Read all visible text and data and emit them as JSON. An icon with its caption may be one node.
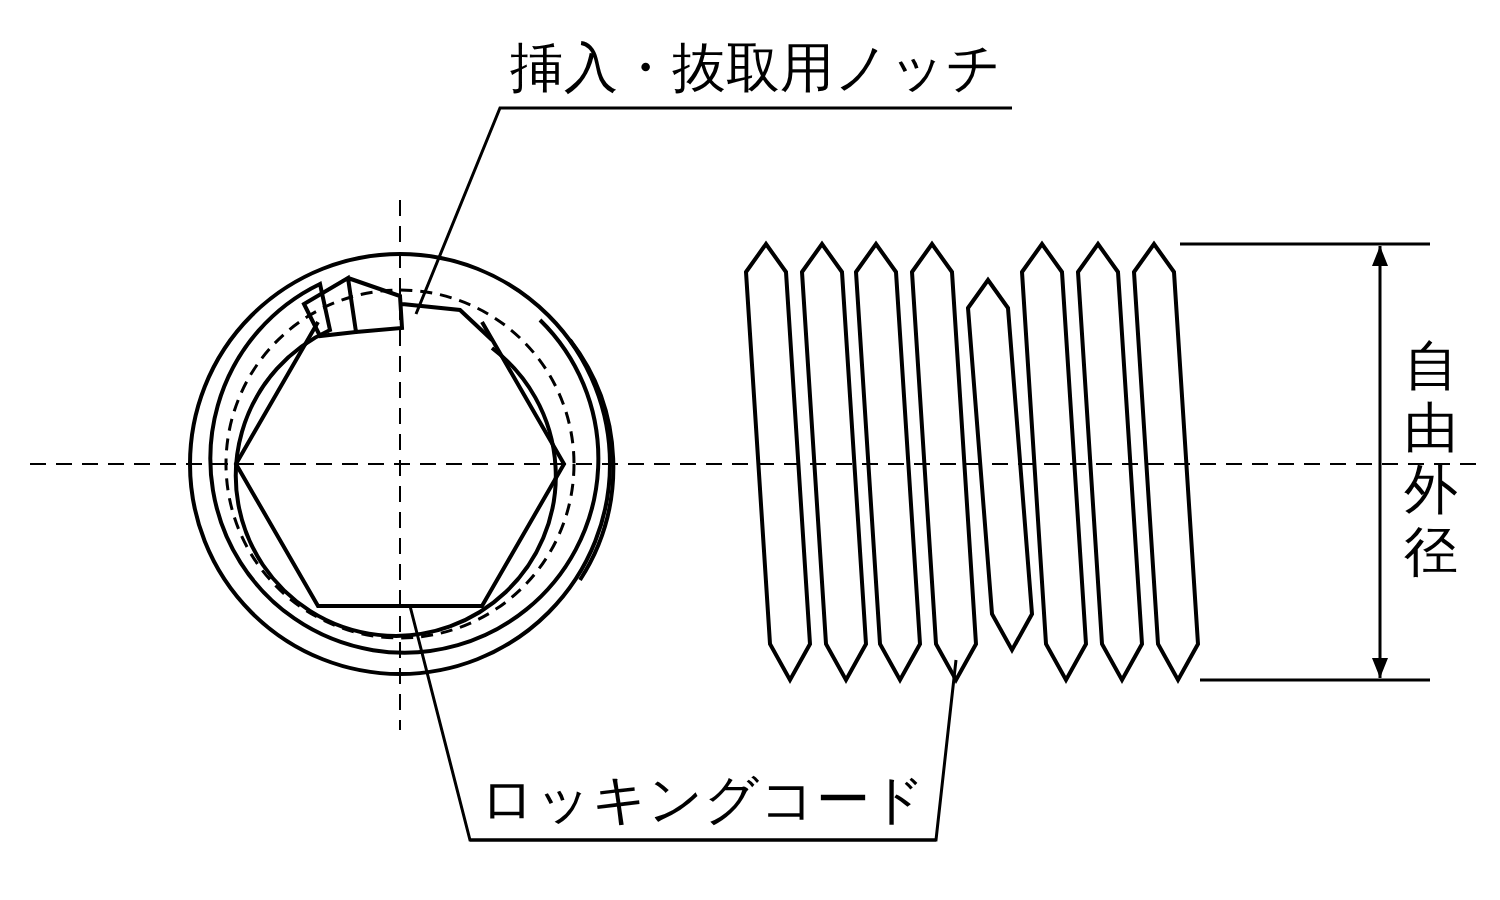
{
  "diagram": {
    "nodes": [
      {
        "text": [
          "挿入・抜取用ノッチ"
        ]
      },
      {
        "text": [
          "ロッキングコード"
        ]
      }
    ],
    "edges": [
      {
        "from": 0,
        "to": null,
        "arrow": "none"
      },
      {
        "from": 1,
        "to": null,
        "arrow": "none"
      },
      {
        "from": 1,
        "to": null,
        "arrow": "none"
      }
    ],
    "labels": [
      "自由外径"
    ]
  }
}
